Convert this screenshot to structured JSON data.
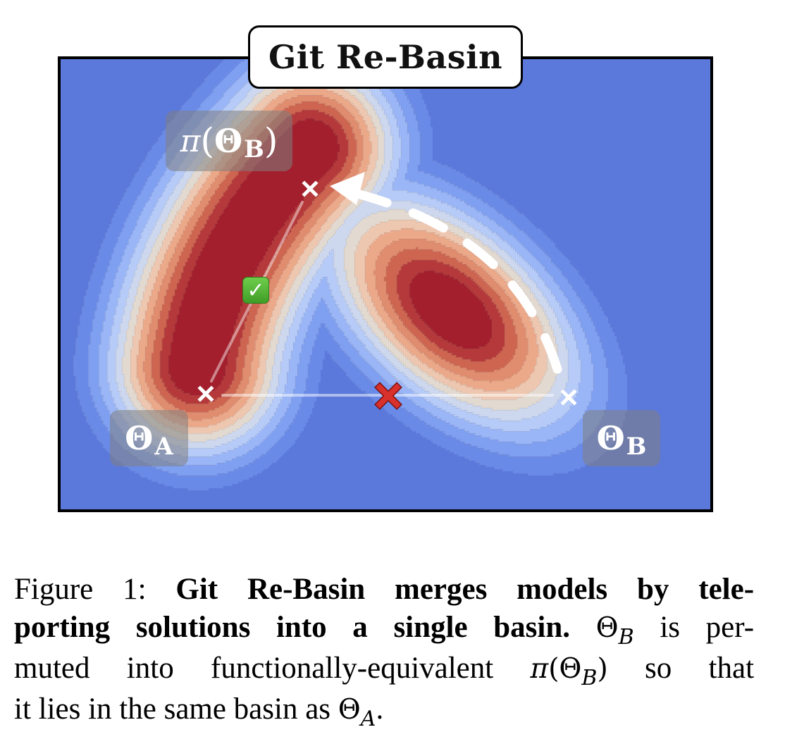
{
  "figure": {
    "title": "Git Re-Basin",
    "labels": {
      "pi_theta_b": {
        "pi": "π",
        "open": "(",
        "theta": "Θ",
        "sub": "B",
        "close": ")"
      },
      "theta_a": {
        "theta": "Θ",
        "sub": "A"
      },
      "theta_b": {
        "theta": "Θ",
        "sub": "B"
      }
    },
    "markers": {
      "theta_a": "theta-a-point",
      "theta_b": "theta-b-point",
      "pi_theta_b": "pi-theta-b-point",
      "naive_midpoint": "failed-merge-cross",
      "rebasin_midpoint": "success-check"
    },
    "check_glyph": "✓",
    "colors": {
      "background_basin": "#5b78db",
      "frame": "#000000",
      "level_colors": [
        "#5b78db",
        "#6a8ae8",
        "#7f9ff1",
        "#9bb6f7",
        "#b6cbf7",
        "#cdd7ee",
        "#e2d9d0",
        "#eec7b1",
        "#eba98a",
        "#e08c6f",
        "#cd6551",
        "#b5393a",
        "#a31f2d"
      ],
      "marker_white": "#ffffff",
      "fail_red": "#d8302a",
      "success_green": "#4db33a",
      "interp_line": "rgba(255,255,255,0.45)"
    }
  },
  "caption": {
    "label": "Figure 1:",
    "bold_line1": "Git Re-Basin merges models by tele-",
    "bold_line2": "porting solutions into a single basin.",
    "math_theta": "Θ",
    "sub_b": "B",
    "sub_a": "A",
    "pi": "π",
    "text_after_bold": "is per-",
    "line3_a": "muted into functionally-equivalent",
    "line3_b": "so that",
    "line4_a": "it lies in the same basin as",
    "period": "."
  }
}
